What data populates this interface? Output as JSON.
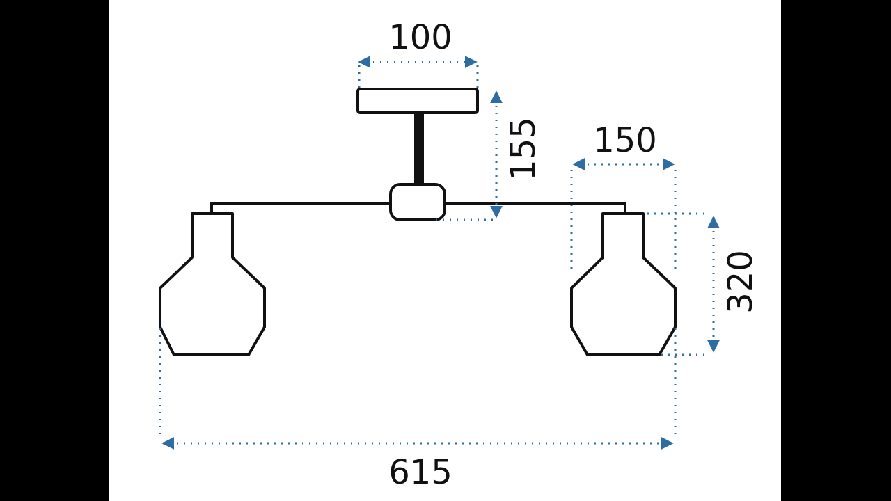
{
  "diagram": {
    "dimensions": {
      "canopy_width": "100",
      "canopy_to_arm_height": "155",
      "shade_width": "150",
      "shade_height": "320",
      "total_width": "615"
    },
    "colors": {
      "background": "#000000",
      "panel": "#ffffff",
      "outline": "#111111",
      "dimension_line": "#2e6da4"
    }
  }
}
